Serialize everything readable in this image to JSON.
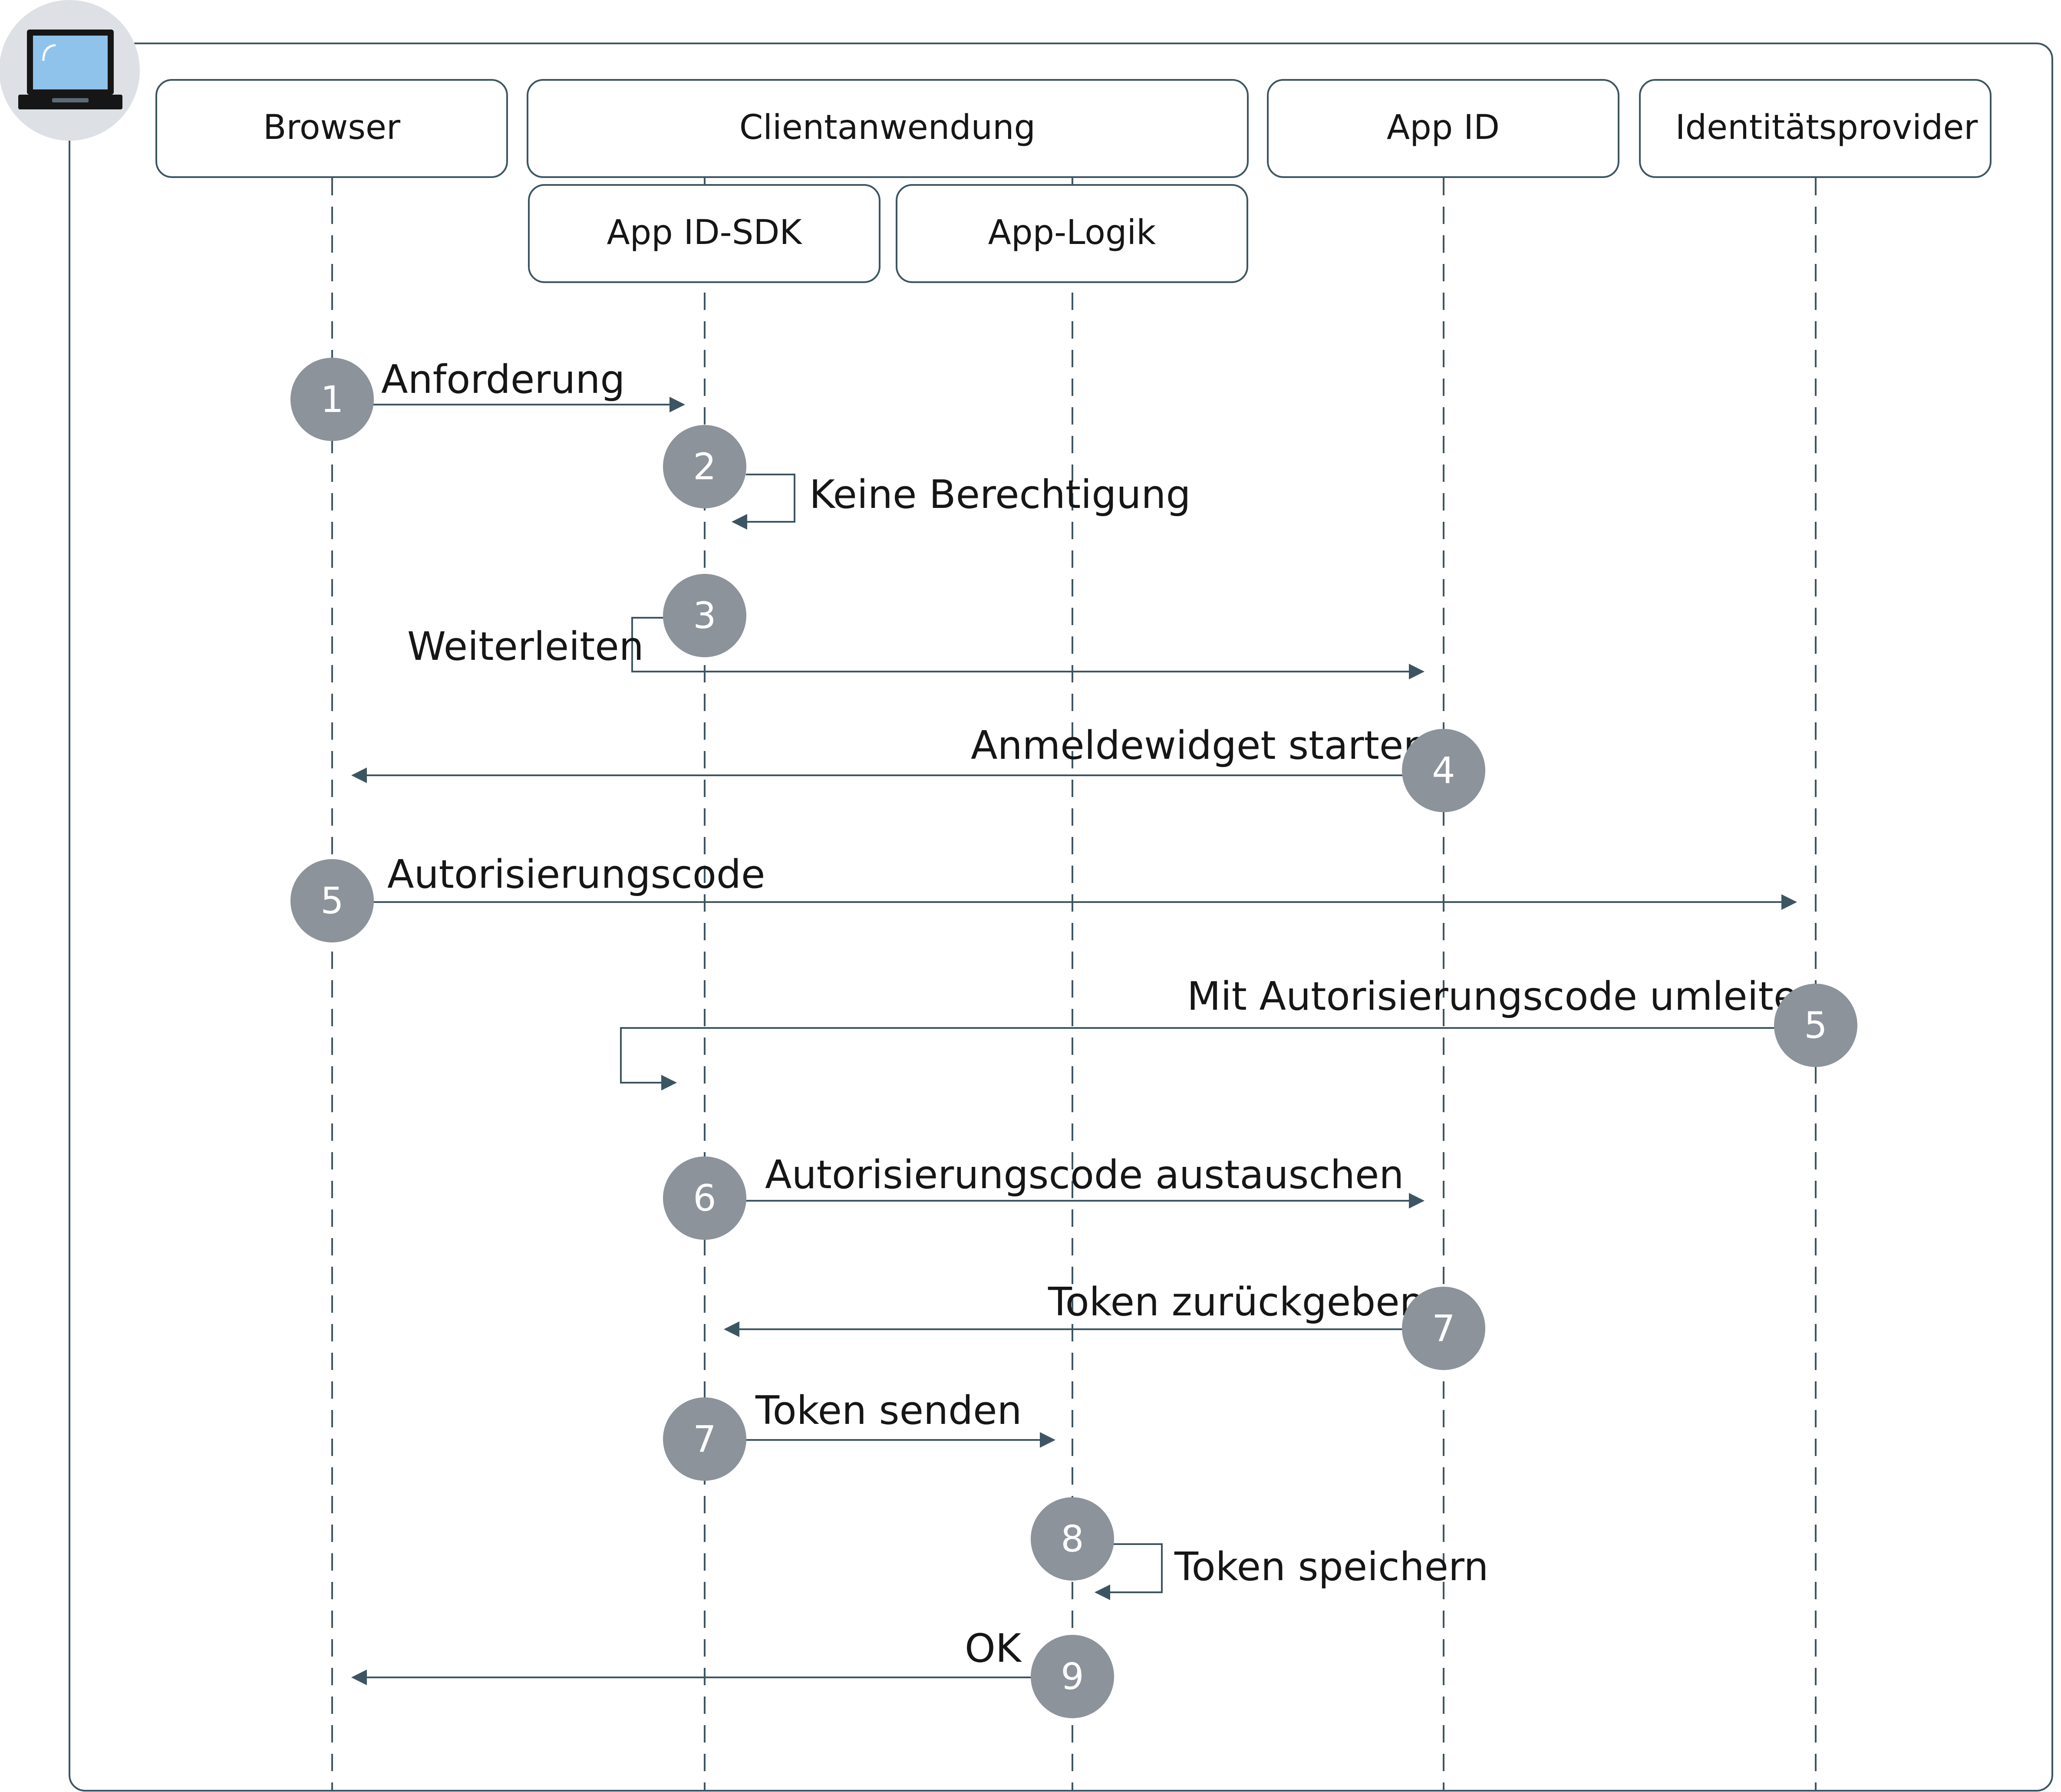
{
  "participants": {
    "browser": "Browser",
    "client_app": "Clientanwendung",
    "app_id_sdk": "App ID-SDK",
    "app_logic": "App-Logik",
    "app_id": "App ID",
    "identity_provider": "Identitätsprovider"
  },
  "messages": [
    {
      "step": "1",
      "label": "Anforderung"
    },
    {
      "step": "2",
      "label": "Keine Berechtigung"
    },
    {
      "step": "3",
      "label": "Weiterleiten"
    },
    {
      "step": "4",
      "label": "Anmeldewidget starten"
    },
    {
      "step": "5",
      "label": "Autorisierungscode"
    },
    {
      "step": "5",
      "label": "Mit Autorisierungscode umleiten"
    },
    {
      "step": "6",
      "label": "Autorisierungscode austauschen"
    },
    {
      "step": "7",
      "label": "Token zurückgeben"
    },
    {
      "step": "7",
      "label": "Token senden"
    },
    {
      "step": "8",
      "label": "Token speichern"
    },
    {
      "step": "9",
      "label": "OK"
    }
  ],
  "icons": {
    "corner": "laptop-icon"
  },
  "colors": {
    "line": "#3d5563",
    "step_circle": "#8c939b",
    "icon_circle": "#dde1e6",
    "screen": "#8fc3ec"
  }
}
